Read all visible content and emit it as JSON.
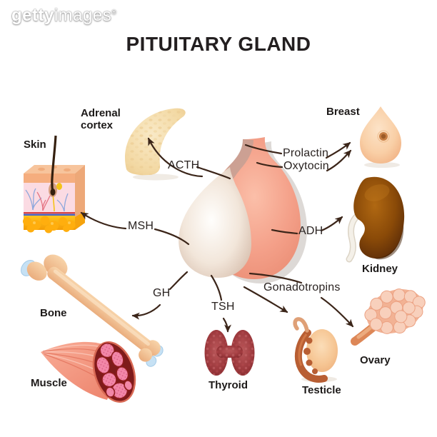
{
  "watermark": {
    "bold_part": "getty",
    "light_part": "images",
    "registered": "®"
  },
  "title": "PITUITARY GLAND",
  "diagram": {
    "subject": "pituitary-gland-hormones-and-target-organs",
    "organs": {
      "skin": "Skin",
      "adrenal_cortex": "Adrenal cortex",
      "breast": "Breast",
      "kidney": "Kidney",
      "bone": "Bone",
      "muscle": "Muscle",
      "thyroid": "Thyroid",
      "testicle": "Testicle",
      "ovary": "Ovary"
    },
    "hormones": {
      "acth": "ACTH",
      "prolactin": "Prolactin",
      "oxytocin": "Oxytocin",
      "msh": "MSH",
      "adh": "ADH",
      "gh": "GH",
      "tsh": "TSH",
      "gonadotropins": "Gonadotropins"
    },
    "connections": [
      {
        "hormone": "ACTH",
        "target": "Adrenal cortex"
      },
      {
        "hormone": "Prolactin",
        "target": "Breast"
      },
      {
        "hormone": "Oxytocin",
        "target": "Breast"
      },
      {
        "hormone": "MSH",
        "target": "Skin"
      },
      {
        "hormone": "ADH",
        "target": "Kidney"
      },
      {
        "hormone": "GH",
        "target": "Bone"
      },
      {
        "hormone": "TSH",
        "target": "Thyroid"
      },
      {
        "hormone": "Gonadotropins",
        "target": "Testicle"
      },
      {
        "hormone": "Gonadotropins",
        "target": "Ovary"
      }
    ],
    "colors": {
      "background": "#ffffff",
      "arrow": "#3b2519",
      "title_text": "#231f20",
      "pituitary_posterior": "#f29c82",
      "pituitary_anterior": "#efe2d4",
      "adrenal_cortex": "#f3d9a4",
      "breast_skin": "#f9cfa6",
      "kidney_brown": "#7a3e08",
      "bone_tan": "#f2c79c",
      "cartilage_blue": "#c6e1f4",
      "muscle_pink": "#f287a8",
      "thyroid_red": "#9e3a3e",
      "skin_fat_yellow": "#ffae0e",
      "ovary_pink": "#f2b294",
      "testicle_tan": "#f6c694"
    }
  }
}
